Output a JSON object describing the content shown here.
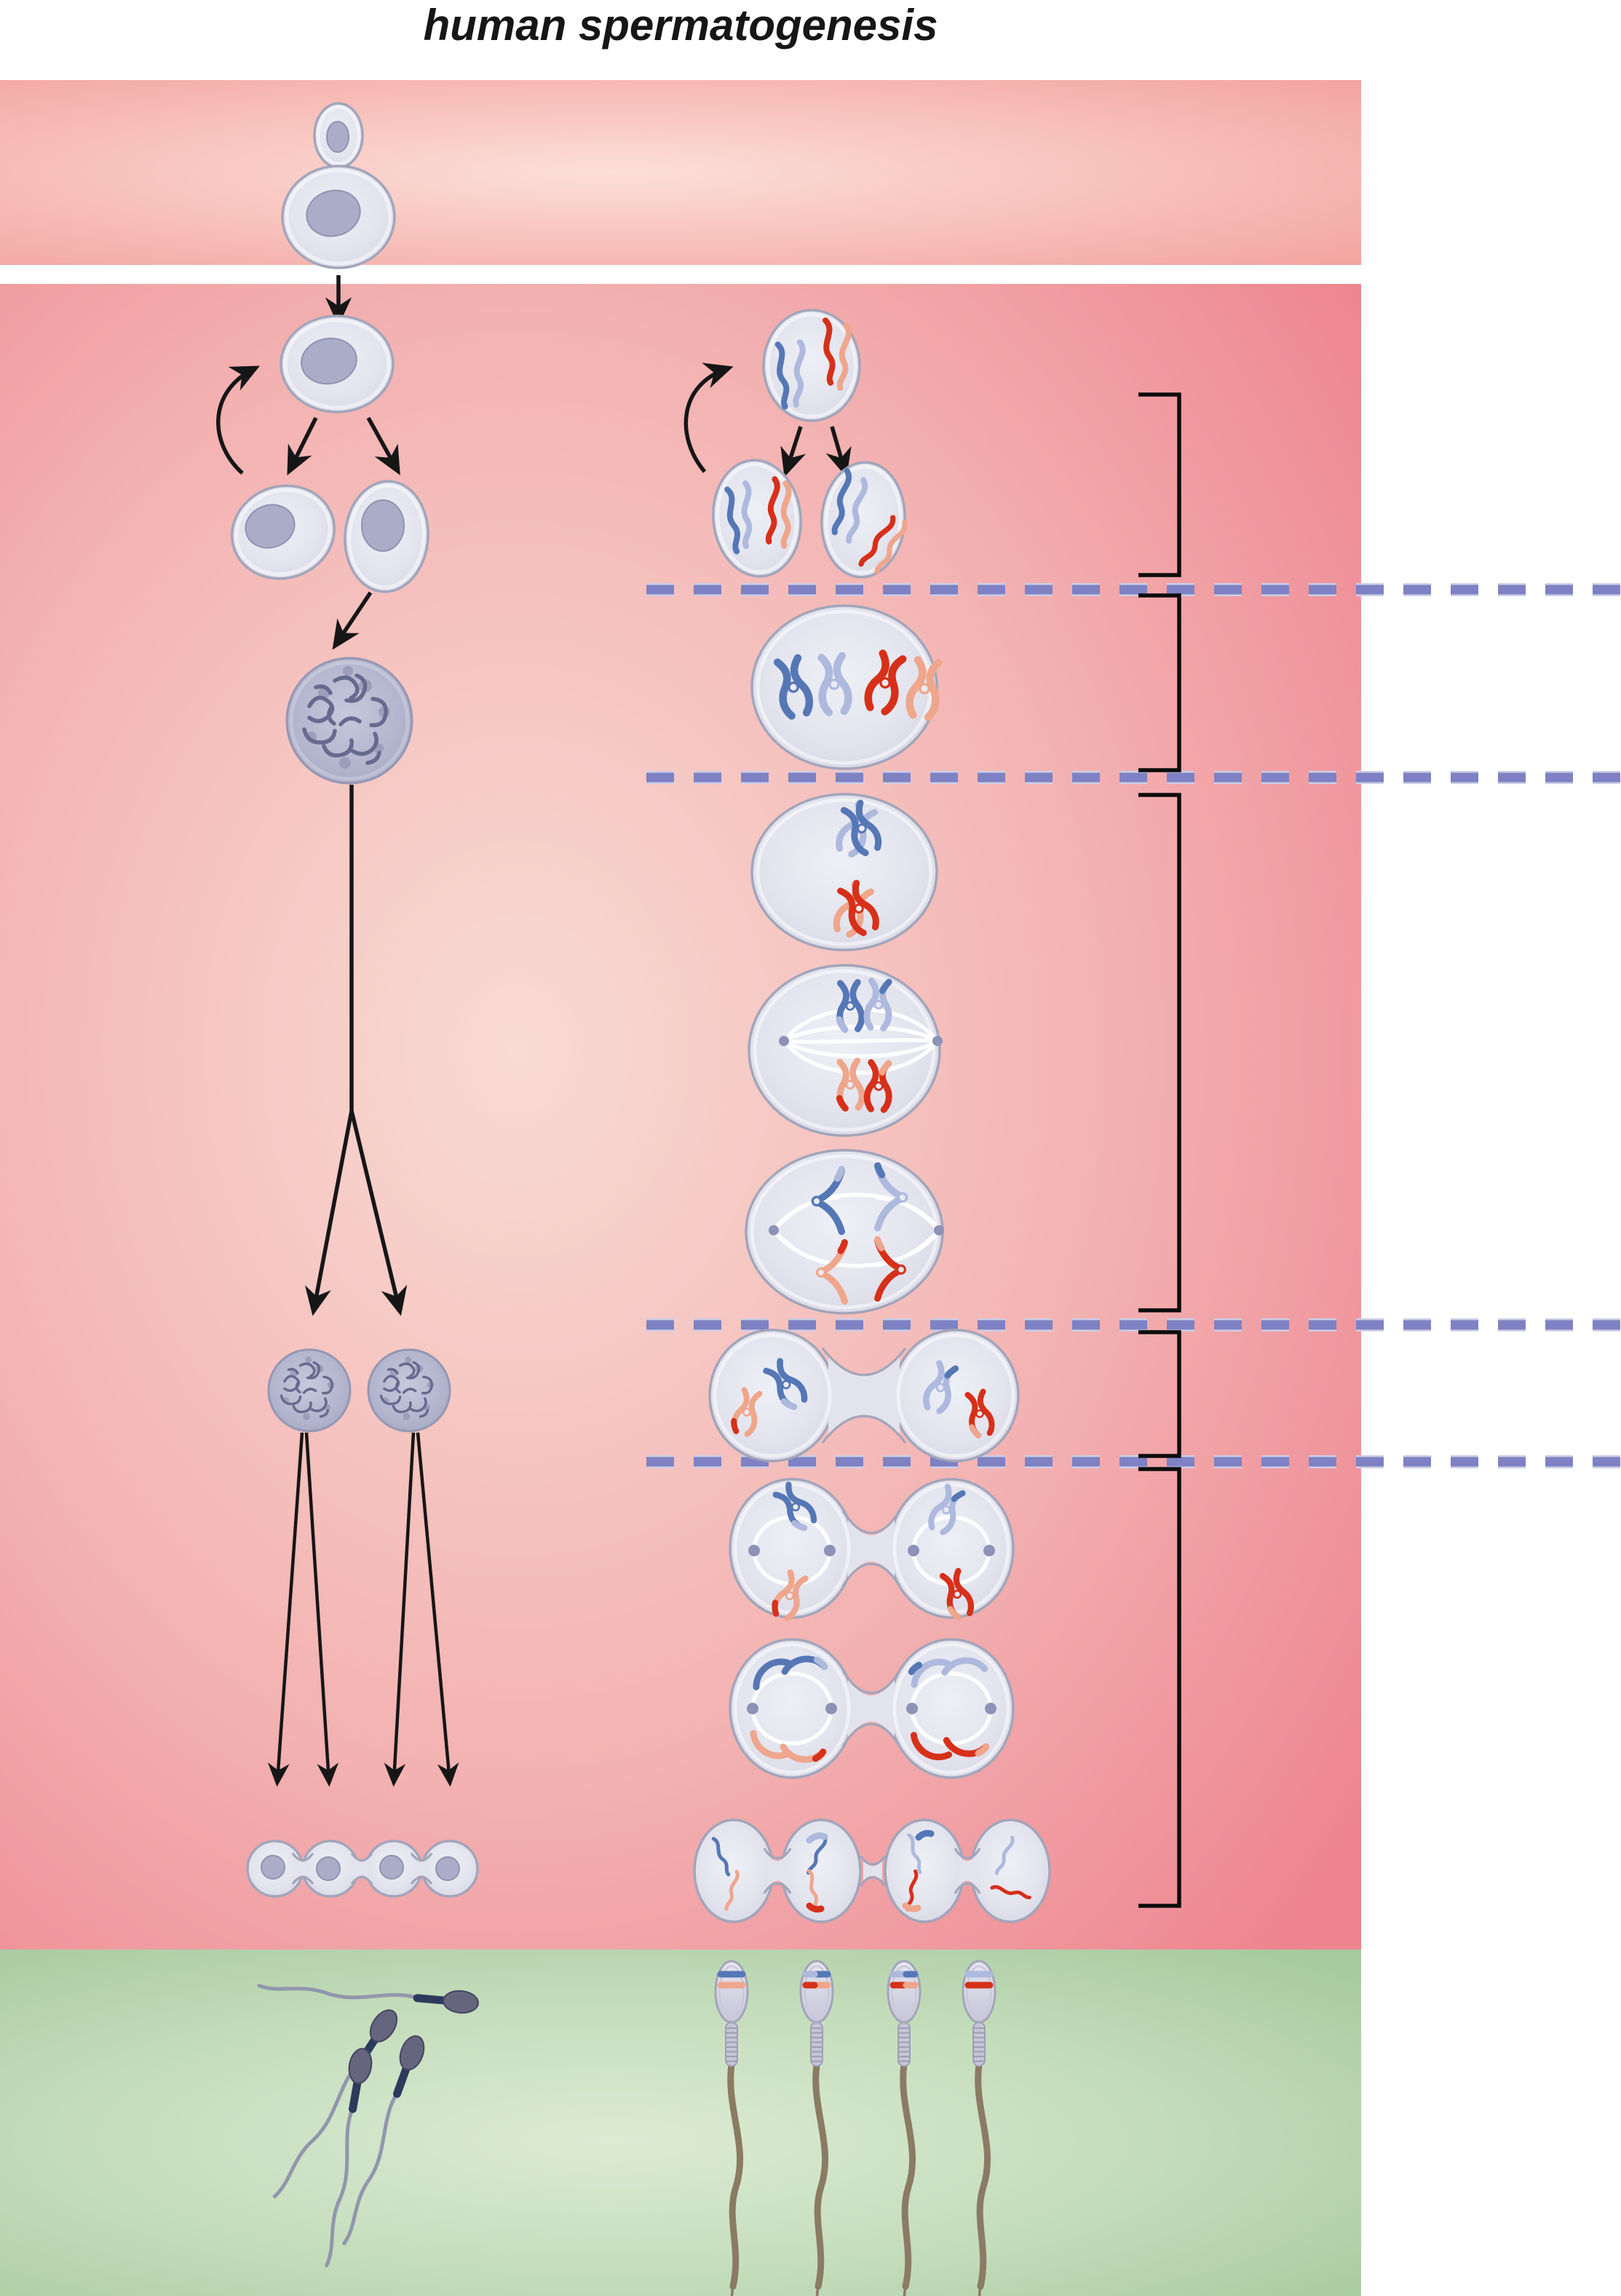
{
  "title": "human spermatogenesis",
  "colors": {
    "chrom-blue-dark": "#5577b6",
    "chrom-blue-light": "#aeb9de",
    "chrom-red": "#d6301a",
    "chrom-salmon": "#efa68c",
    "dashed-line": "#7e81c3",
    "bracket": "#0c0c0c",
    "cell-border": "#a3a5ba",
    "spindle": "#ffffff",
    "sperm-tail-brown": "#8b7b64"
  },
  "figure": {
    "band_icons": [
      "basement-membrane-band",
      "seminiferous-epithelium-band",
      "lumen-band"
    ],
    "left_column_stage_icons": [
      "germ-cell-small",
      "germ-cell-large",
      "spermatogonium",
      "daughter-spermatogonia",
      "primary-spermatocyte",
      "secondary-spermatocytes",
      "spermatid-chain",
      "sperm-group"
    ],
    "right_column_stage_icons": [
      "spermatogonium-chromosomes",
      "daughter-spermatogonia-chromosomes",
      "replicated-chromosomes-cell",
      "synapsis-crossing-over-cell",
      "metaphase-i-cell",
      "anaphase-i-cell",
      "telophase-i-cells",
      "metaphase-ii-cells",
      "anaphase-ii-cells",
      "spermatid-chain-chromosomes",
      "mature-sperm-group"
    ],
    "separator_count": 4,
    "bracket_count": 5
  }
}
